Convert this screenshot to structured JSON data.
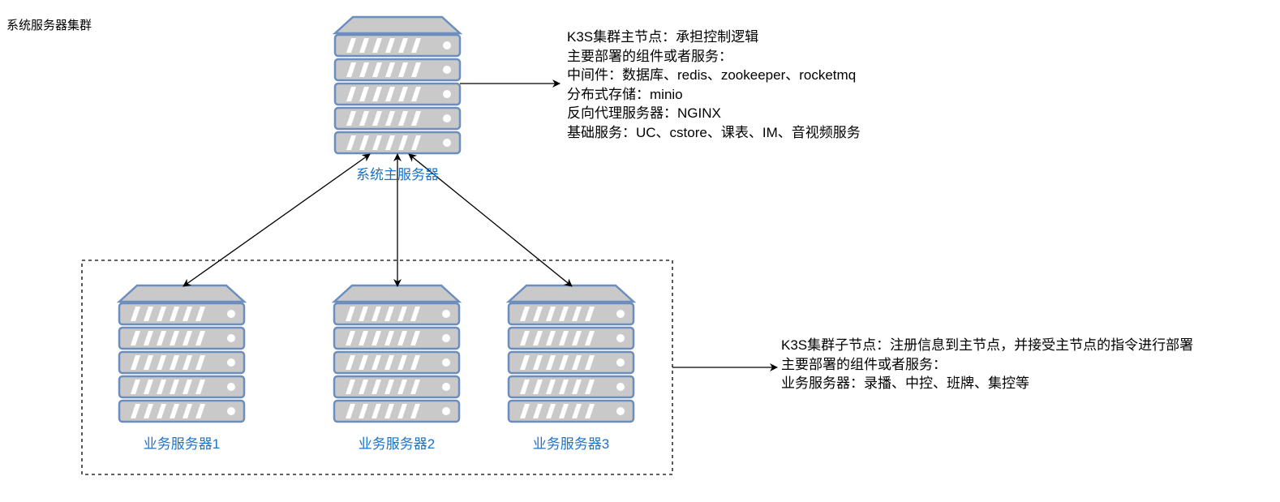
{
  "title": "系统服务器集群",
  "colors": {
    "server_fill": "#c9c9c9",
    "server_stroke": "#6c8ebf",
    "label_color": "#1a73c8",
    "line_color": "#000000"
  },
  "master": {
    "label": "系统主服务器",
    "icon": "server-rack-icon",
    "notes": [
      "K3S集群主节点：承担控制逻辑",
      "主要部署的组件或者服务：",
      "中间件：数据库、redis、zookeeper、rocketmq",
      "分布式存储：minio",
      "反向代理服务器：NGINX",
      "基础服务：UC、cstore、课表、IM、音视频服务"
    ]
  },
  "workers": {
    "items": [
      {
        "label": "业务服务器1",
        "icon": "server-rack-icon"
      },
      {
        "label": "业务服务器2",
        "icon": "server-rack-icon"
      },
      {
        "label": "业务服务器3",
        "icon": "server-rack-icon"
      }
    ],
    "notes": [
      "K3S集群子节点：注册信息到主节点，并接受主节点的指令进行部署",
      "主要部署的组件或者服务：",
      "业务服务器：录播、中控、班牌、集控等"
    ]
  }
}
